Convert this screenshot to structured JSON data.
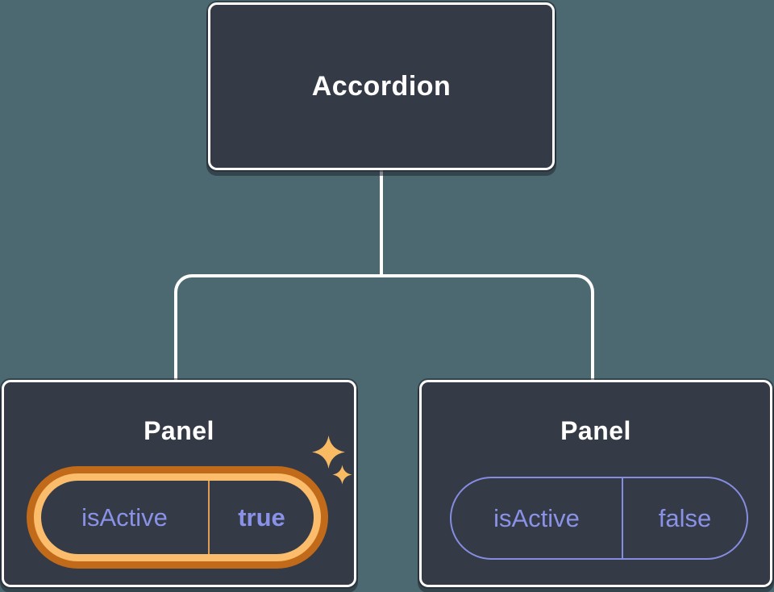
{
  "diagram": {
    "description_label": "component tree diagram",
    "root_node": {
      "label": "Accordion"
    },
    "panels": [
      {
        "label": "Panel",
        "state_name": "isActive",
        "state_value": "true",
        "active": true,
        "icon": "sparkles-icon"
      },
      {
        "label": "Panel",
        "state_name": "isActive",
        "state_value": "false",
        "active": false
      }
    ]
  },
  "colors": {
    "background": "#4C6871",
    "node_fill": "#343A46",
    "node_border": "#FFFFFF",
    "title_text": "#FFFFFF",
    "state_text": "#8A92E8",
    "pill_border_inactive": "#858DE0",
    "pill_ring_outer": "#C16A1A",
    "pill_ring_inner": "#FBBD6C",
    "pill_divider_active": "#E09C52",
    "sparkle": "#F8BA63"
  }
}
